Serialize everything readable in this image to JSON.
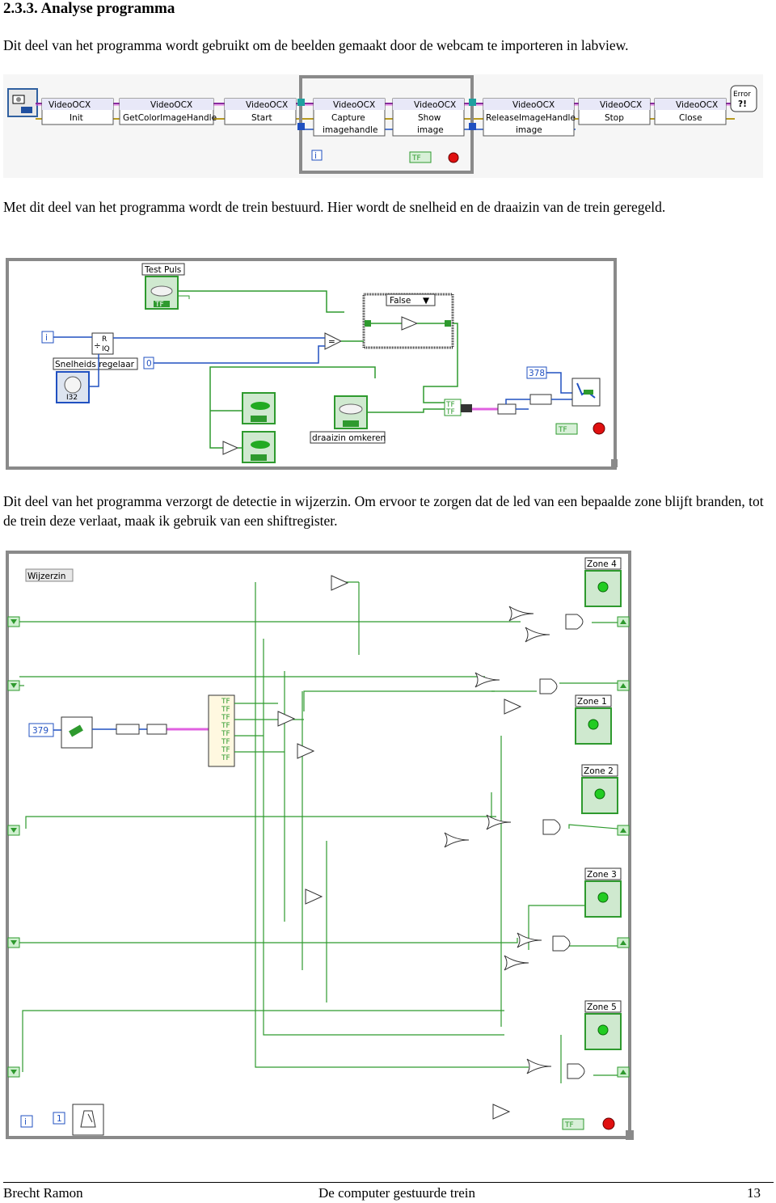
{
  "section": {
    "heading": "2.3.3. Analyse programma",
    "intro": "Dit deel van het programma wordt gebruikt om de beelden gemaakt door de webcam te importeren in labview.",
    "train_paragraph": "Met dit deel van het programma wordt de trein bestuurd. Hier wordt de snelheid en de draaizin van de trein geregeld.",
    "detection_paragraph": "Dit deel van het programma verzorgt de detectie in wijzerzin. Om ervoor te zorgen dat de led van een bepaalde zone blijft branden, tot de trein deze verlaat, maak ik gebruik van een shiftregister."
  },
  "webcam_diagram": {
    "nodes": [
      {
        "title": "VideoOCX",
        "method": "Init"
      },
      {
        "title": "VideoOCX",
        "method": "GetColorImageHandle"
      },
      {
        "title": "VideoOCX",
        "method": "Start"
      },
      {
        "title": "VideoOCX",
        "method": "Capture",
        "param": "imagehandle"
      },
      {
        "title": "VideoOCX",
        "method": "Show",
        "param": "image"
      },
      {
        "title": "VideoOCX",
        "method": "ReleaseImageHandle",
        "param": "image"
      },
      {
        "title": "VideoOCX",
        "method": "Stop"
      },
      {
        "title": "VideoOCX",
        "method": "Close"
      }
    ],
    "error_label": "Error",
    "loop_index": "i",
    "tf": "TF"
  },
  "train_diagram": {
    "test_puls": "Test Puls",
    "case_value": "False",
    "speed_label": "Snelheids regelaar",
    "zero_constant": "0",
    "port_constant": "378",
    "direction_label": "draaizin omkeren",
    "loop_index": "i",
    "tf": "TF",
    "r_symbol": "R",
    "iq_symbol": "IQ"
  },
  "detection_diagram": {
    "title": "Wijzerzin",
    "port_constant": "379",
    "loop_index": "i",
    "wait_constant": "1",
    "tf": "TF",
    "zones": [
      "Zone 4",
      "Zone 1",
      "Zone 2",
      "Zone 3",
      "Zone 5"
    ]
  },
  "footer": {
    "author": "Brecht Ramon",
    "title": "De computer gestuurde trein",
    "page": "13"
  },
  "colors": {
    "loop_border": "#909090",
    "bool_wire": "#2e9a2e",
    "string_wire": "#e060e0",
    "refnum_wire": "#1f3fa0",
    "number_wire": "#1f3fa0",
    "led_green": "#22cc22",
    "stop_red": "#e01010"
  }
}
